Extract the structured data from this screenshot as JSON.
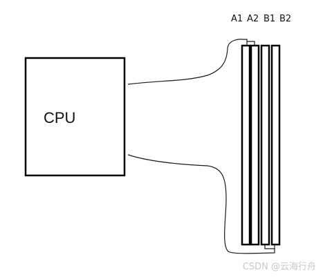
{
  "diagram": {
    "cpu_label": "CPU",
    "slot_labels": {
      "a1": "A1",
      "a2": "A2",
      "b1": "B1",
      "b2": "B2"
    }
  },
  "watermark": "CSDN @云海行舟"
}
